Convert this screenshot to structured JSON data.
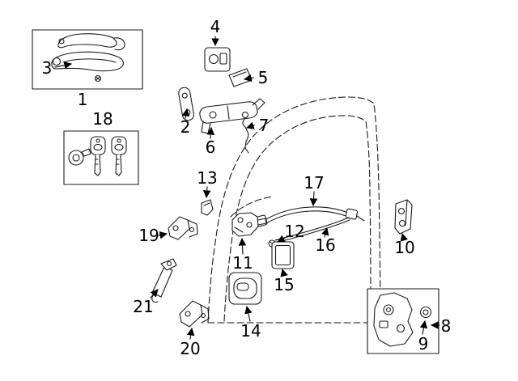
{
  "diagram": {
    "callouts": [
      {
        "label": "1"
      },
      {
        "label": "2"
      },
      {
        "label": "3"
      },
      {
        "label": "4"
      },
      {
        "label": "5"
      },
      {
        "label": "6"
      },
      {
        "label": "7"
      },
      {
        "label": "8"
      },
      {
        "label": "9"
      },
      {
        "label": "10"
      },
      {
        "label": "11"
      },
      {
        "label": "12"
      },
      {
        "label": "13"
      },
      {
        "label": "14"
      },
      {
        "label": "15"
      },
      {
        "label": "16"
      },
      {
        "label": "17"
      },
      {
        "label": "18"
      },
      {
        "label": "19"
      },
      {
        "label": "20"
      },
      {
        "label": "21"
      }
    ],
    "colors": {
      "line": "#1a1a1a",
      "background": "#ffffff"
    }
  }
}
